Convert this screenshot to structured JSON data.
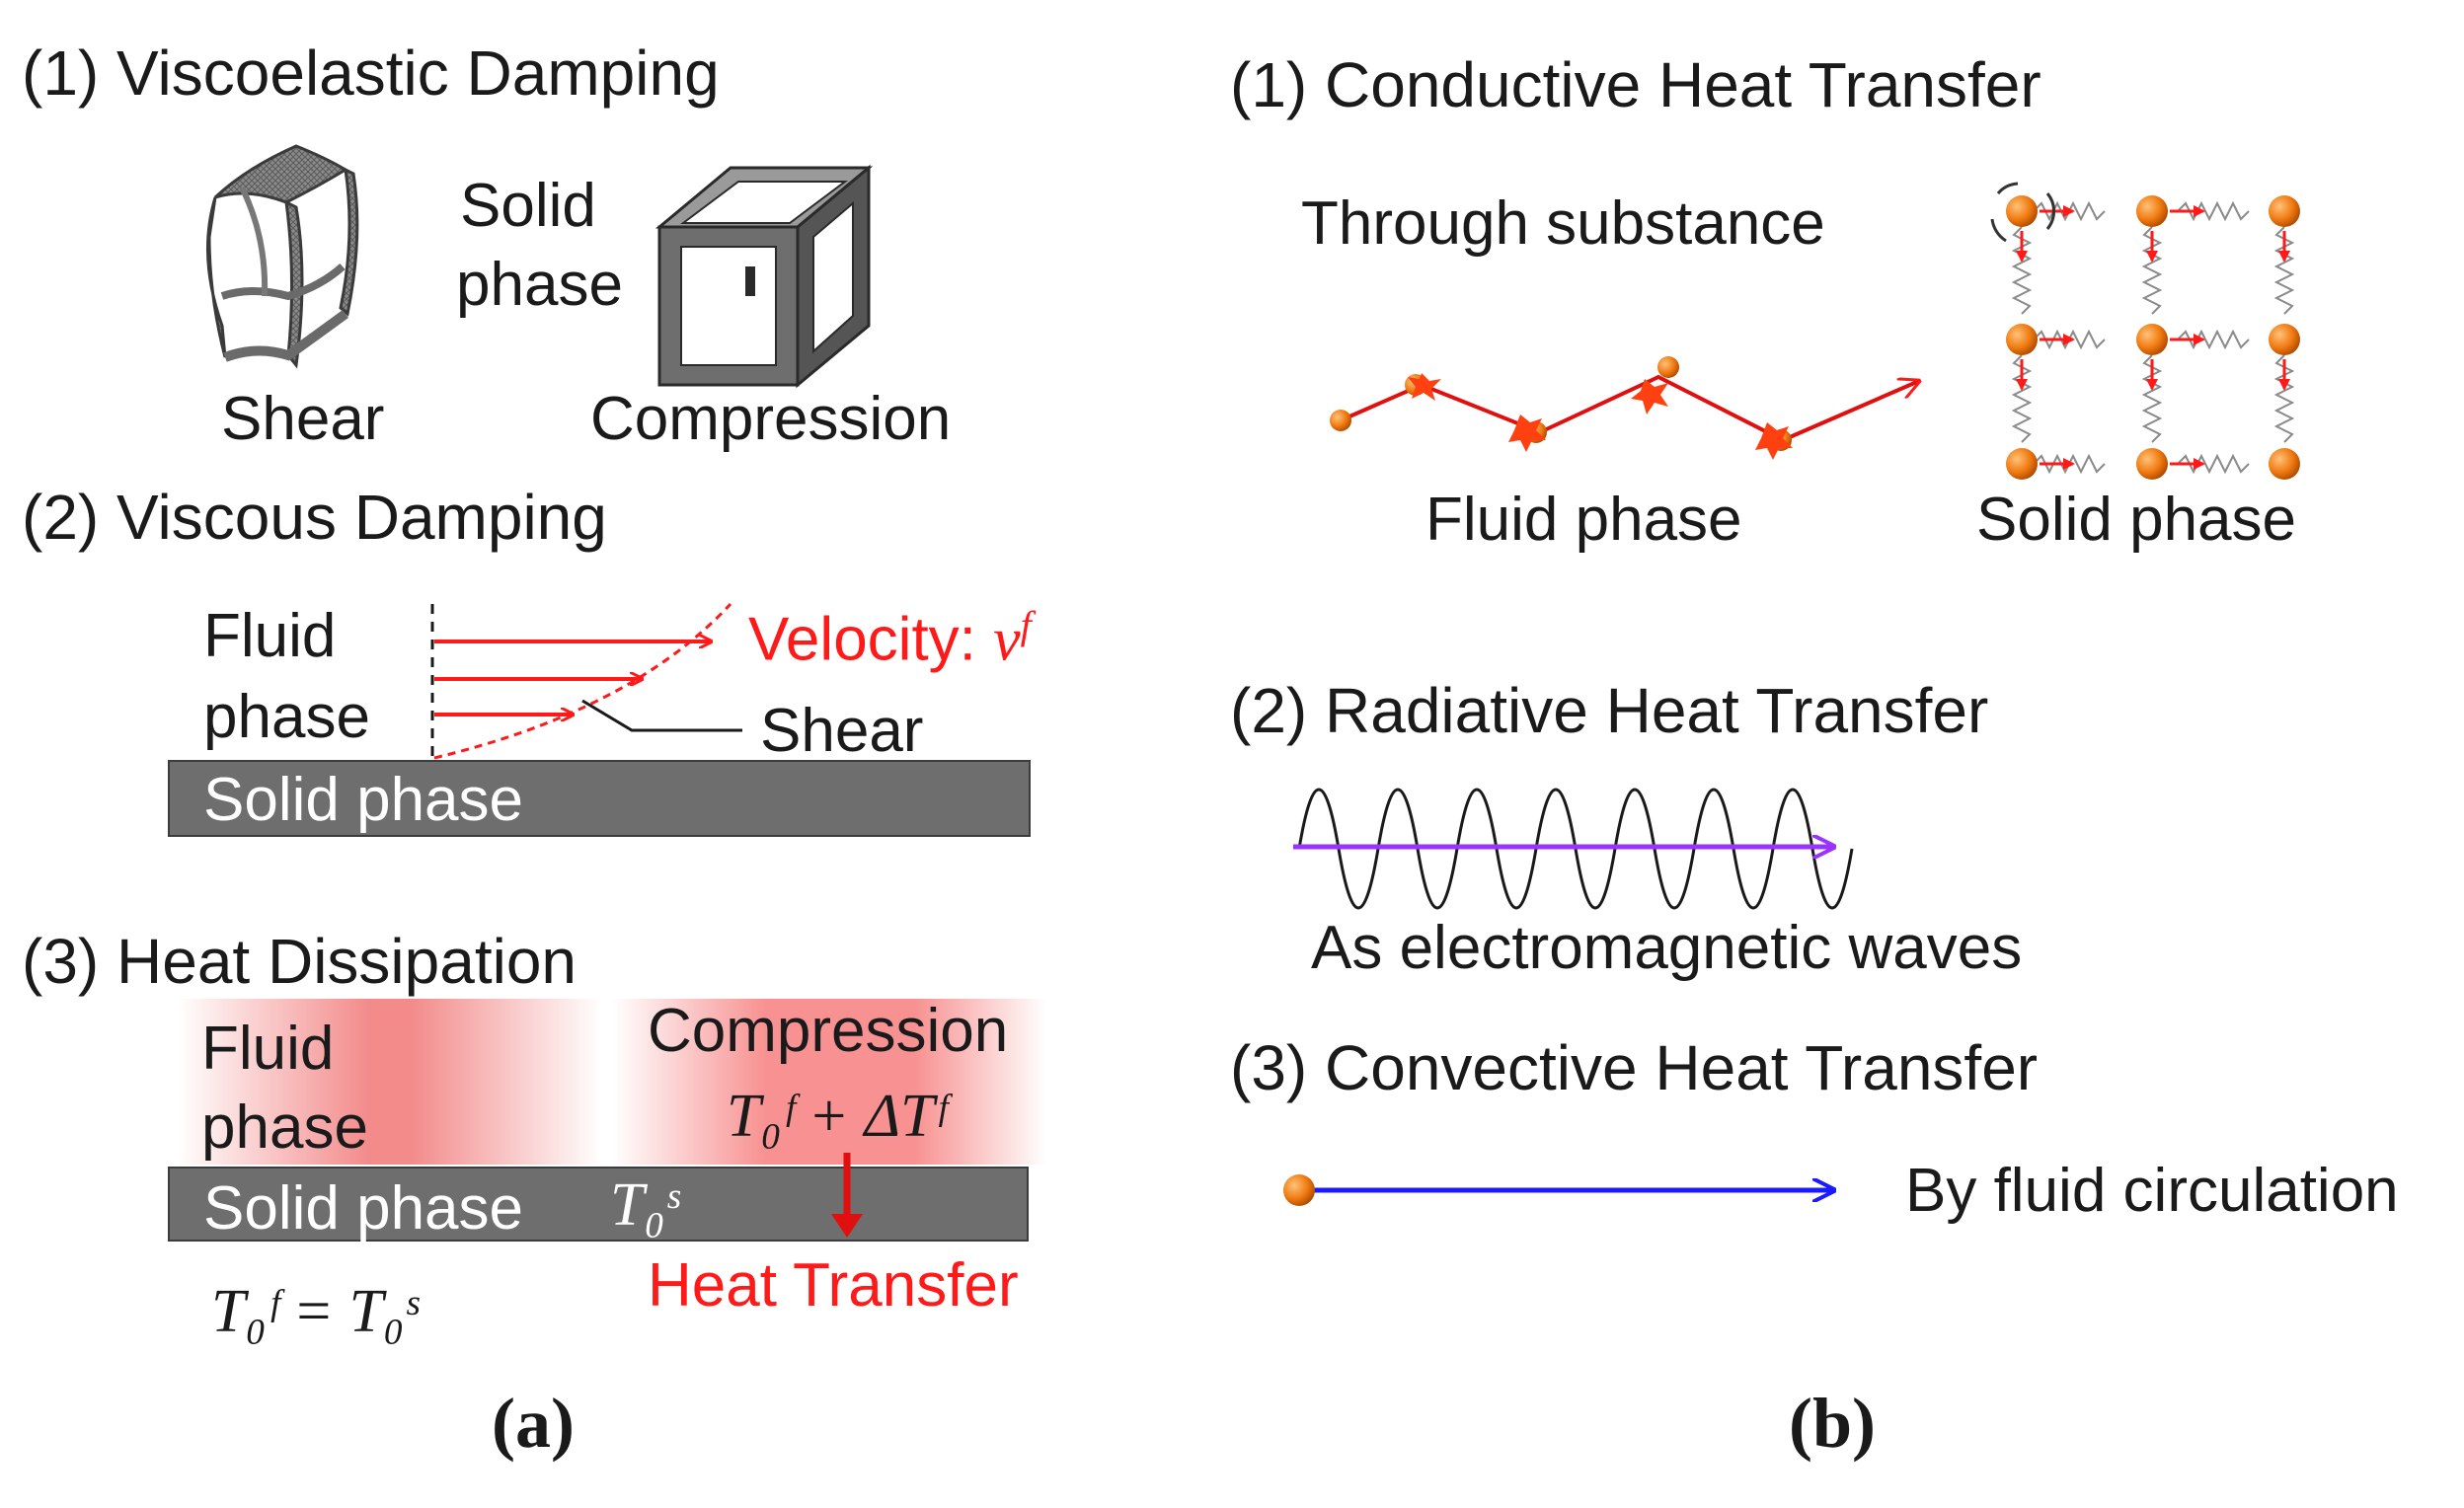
{
  "panel_a": {
    "label": "(a)",
    "s1": {
      "title": "(1) Viscoelastic Damping",
      "solid_l1": "Solid",
      "solid_l2": "phase",
      "shear": "Shear",
      "compression": "Compression"
    },
    "s2": {
      "title": "(2) Viscous Damping",
      "fluid_l1": "Fluid",
      "fluid_l2": "phase",
      "velocity": "Velocity: ",
      "velocity_sym": "v",
      "velocity_sup": "f",
      "shear": "Shear",
      "solid": "Solid phase"
    },
    "s3": {
      "title": "(3) Heat Dissipation",
      "fluid_l1": "Fluid",
      "fluid_l2": "phase",
      "compression": "Compression",
      "eq_top": "T₀ᶠ + ΔTᶠ",
      "solid": "Solid phase",
      "solid_eq": "T₀ˢ",
      "heat": "Heat Transfer",
      "eq_bottom": "T₀ᶠ = T₀ˢ"
    }
  },
  "panel_b": {
    "label": "(b)",
    "s1": {
      "title": "(1) Conductive Heat Transfer",
      "through": "Through substance",
      "fluid": "Fluid phase",
      "solid": "Solid phase"
    },
    "s2": {
      "title": "(2) Radiative Heat Transfer",
      "caption": "As electromagnetic waves"
    },
    "s3": {
      "title": "(3) Convective Heat Transfer",
      "caption": "By fluid circulation"
    }
  },
  "colors": {
    "red": "#ff1a1a",
    "orange": "#f07a10",
    "purple": "#9933ff",
    "blue": "#1a1aff",
    "bar": "#6e6e6e"
  }
}
